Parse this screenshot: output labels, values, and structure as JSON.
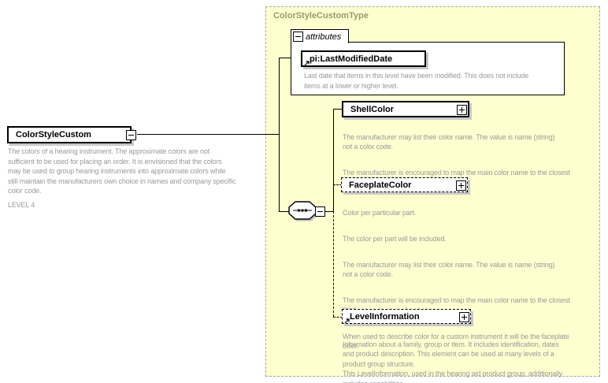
{
  "root_element": {
    "name": "ColorStyleCustom",
    "description": "The colors of a hearing instrument.  The approximate colors are not\nsufficient to be used for placing an order.  It is envisioned that the colors\nmay be used to group hearing instruments into approximate colors while\nstill maintain the manufacturers own choice in names and company specific\ncolor code.",
    "level": "LEVEL 4"
  },
  "type_panel": {
    "title": "ColorStyleCustomType",
    "attributes_group": {
      "label": "attributes",
      "items": [
        {
          "name": "pi:LastModifiedDate",
          "description": "Last date that items in this level have been modified. This does not include\nitems at a lower or higher level."
        }
      ]
    },
    "compositor": "sequence",
    "children": [
      {
        "name": "ShellColor",
        "optional": false,
        "paragraphs": [
          "The manufacturer may list their color name.  The value is name (string)\nnot a color code.",
          "The manufacturer is encouraged to map the main color name to the closest\nPDS approximate color choice."
        ]
      },
      {
        "name": "FaceplateColor",
        "optional": true,
        "paragraphs": [
          "Color per particular part.",
          "The color per part will be included.",
          "The manufacturer may list their color name.  The value is name (string)\nnot a color code.",
          "The manufacturer is encouraged to map the main color name to the closest\nPDS approximate color choice.",
          "When used to describe color for a custom instrument it will be the faceplate\ncolor."
        ]
      },
      {
        "name": "LevelInformation",
        "optional": true,
        "paragraphs": [
          "Information about a family, group or item. It includes identification, dates\nand product description. This element can be used at many levels of a\nproduct group structure.\nThis LevelInformation, used in the hearing aid product group, additionally\nincludes capabilities."
        ]
      }
    ]
  },
  "colors": {
    "panel_bg": "#FFFFD0",
    "panel_border": "#A6A6A6",
    "title_text": "#999966",
    "description_text": "#9A9A9A",
    "box_shadow": "#C9C9C9"
  }
}
